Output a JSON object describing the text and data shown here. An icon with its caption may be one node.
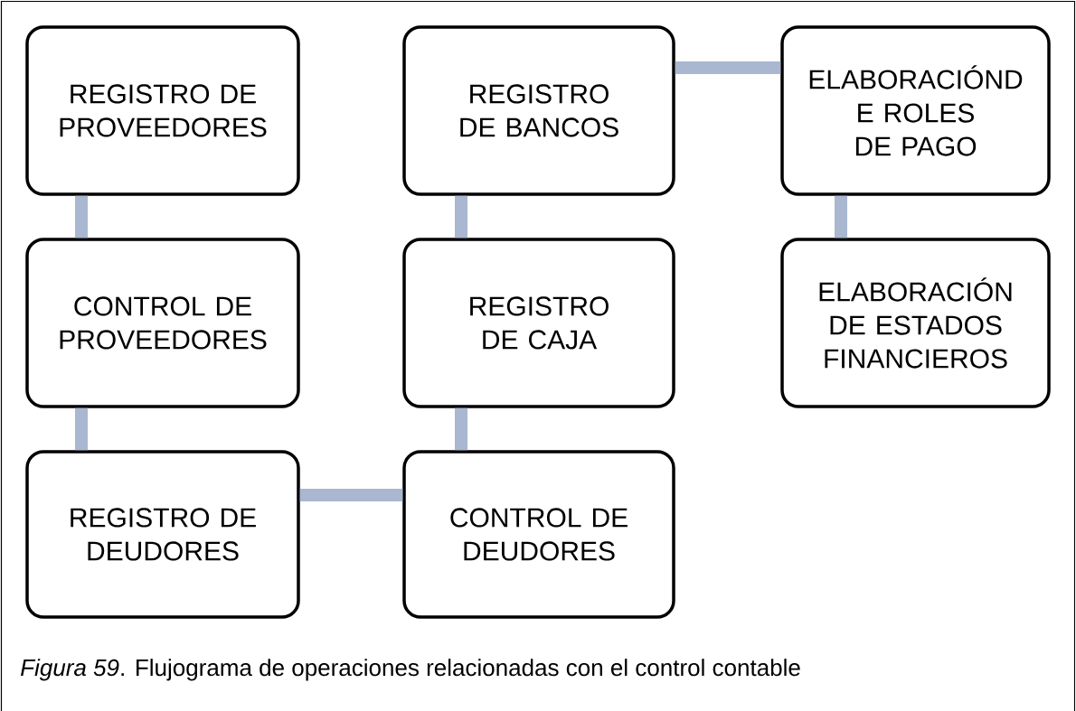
{
  "diagram": {
    "caption": "*Figura 59*. Flujograma de operaciones relacionadas con el control contable",
    "nodes": [
      {
        "text": [
          "REGISTRO DE PROVEEDORES"
        ]
      },
      {
        "text": [
          "CONTROL DE PROVEEDORES"
        ]
      },
      {
        "text": [
          "REGISTRO DE DEUDORES"
        ]
      },
      {
        "text": [
          "CONTROL DE DEUDORES"
        ]
      },
      {
        "text": [
          "REGISTRO DE CAJA"
        ]
      },
      {
        "text": [
          "REGISTRO DE BANCOS"
        ]
      },
      {
        "text": [
          "ELABORACIÓND E ROLES DE PAGO"
        ]
      },
      {
        "text": [
          "ELABORACIÓN DE ESTADOS FINANCIEROS"
        ]
      }
    ],
    "edges": [
      {
        "from": 0,
        "to": 1,
        "arrow": "none"
      },
      {
        "from": 1,
        "to": 2,
        "arrow": "none"
      },
      {
        "from": 2,
        "to": 3,
        "arrow": "none"
      },
      {
        "from": 3,
        "to": 4,
        "arrow": "none"
      },
      {
        "from": 4,
        "to": 5,
        "arrow": "none"
      },
      {
        "from": 5,
        "to": 6,
        "arrow": "none"
      },
      {
        "from": 6,
        "to": 7,
        "arrow": "none"
      }
    ]
  }
}
